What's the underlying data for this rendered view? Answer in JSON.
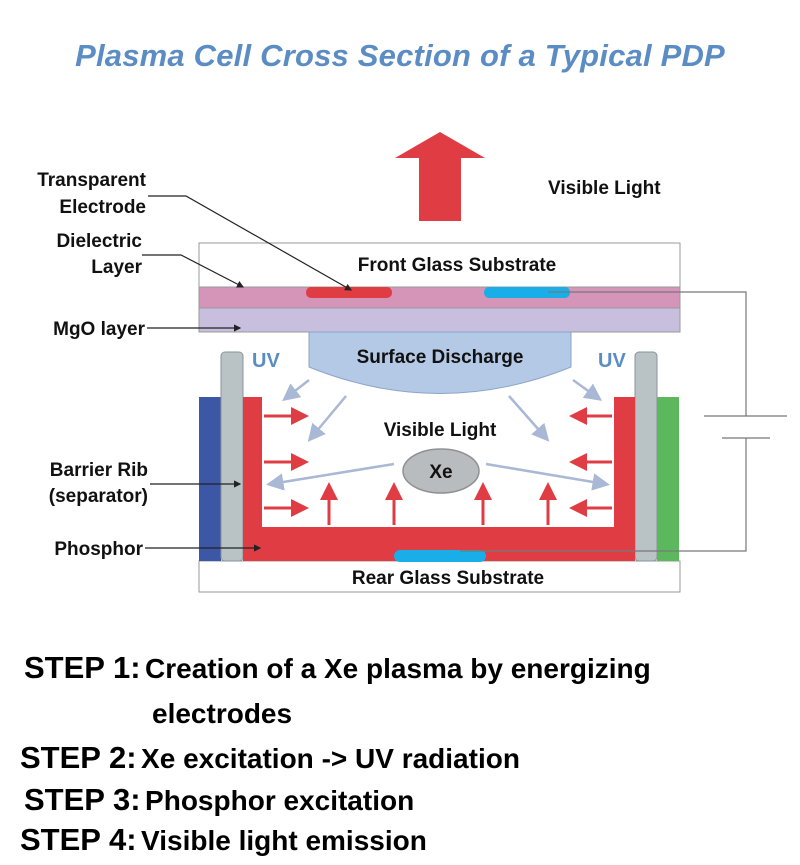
{
  "title": "Plasma Cell Cross Section of a Typical PDP",
  "diagram": {
    "labels": {
      "transparent_electrode_1": "Transparent",
      "transparent_electrode_2": "Electrode",
      "dielectric_layer_1": "Dielectric",
      "dielectric_layer_2": "Layer",
      "mgo_layer": "MgO layer",
      "barrier_rib_1": "Barrier Rib",
      "barrier_rib_2": "(separator)",
      "phosphor": "Phosphor",
      "front_glass": "Front Glass Substrate",
      "rear_glass": "Rear Glass Substrate",
      "surface_discharge": "Surface Discharge",
      "visible_light_top": "Visible Light",
      "visible_light_cell": "Visible Light",
      "uv_left": "UV",
      "uv_right": "UV",
      "xe": "Xe"
    },
    "colors": {
      "title": "#5b8dc4",
      "dielectric": "#d495b8",
      "mgo": "#c8bedd",
      "discharge": "#b3c9e6",
      "phosphor_red": "#e03c44",
      "electrode_blue": "#1aaee8",
      "rib_grey": "#b9c2c5",
      "rib_blue": "#3b57a5",
      "rib_green": "#5cb85c",
      "uv_text": "#5b8dc4",
      "xe_fill": "#b9bcbe"
    }
  },
  "steps": [
    {
      "label": "STEP 1:",
      "text": "Creation of a Xe plasma by energizing",
      "continuation": "electrodes"
    },
    {
      "label": "STEP 2:",
      "text_before": "Xe excitation ",
      "arrow": "->",
      "text_after": " UV radiation"
    },
    {
      "label": "STEP 3:",
      "text": "Phosphor excitation"
    },
    {
      "label": "STEP 4:",
      "text": "Visible light emission"
    }
  ]
}
